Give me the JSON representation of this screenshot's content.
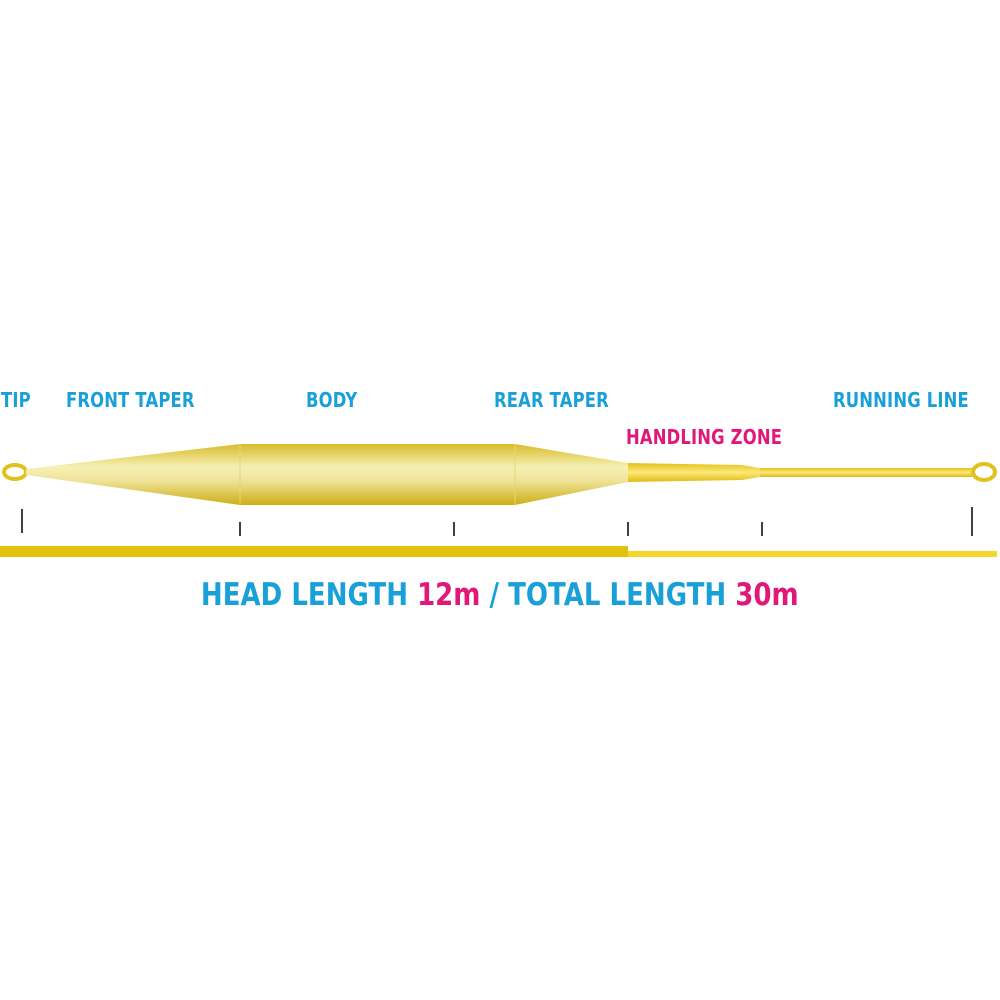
{
  "colors": {
    "blue": "#1aa0d8",
    "pink": "#e0187a",
    "line_dark": "#d4b514",
    "line_light": "#f3ec9c",
    "running_line": "#f2cb1a",
    "bar_head": "#e2c20c",
    "bar_running": "#f5d62a",
    "tick": "#000000"
  },
  "labels": {
    "tip": "TIP",
    "front_taper": "FRONT TAPER",
    "body": "BODY",
    "rear_taper": "REAR TAPER",
    "handling_zone": "HANDLING ZONE",
    "running_line": "RUNNING LINE"
  },
  "summary": {
    "head_label": "HEAD LENGTH",
    "head_value": "12m",
    "separator": "/",
    "total_label": "TOTAL LENGTH",
    "total_value": "30m"
  },
  "line_profile": {
    "head_length_m": 12,
    "total_length_m": 30,
    "segments": [
      "tip",
      "front taper",
      "body",
      "rear taper",
      "handling zone",
      "running line"
    ]
  }
}
